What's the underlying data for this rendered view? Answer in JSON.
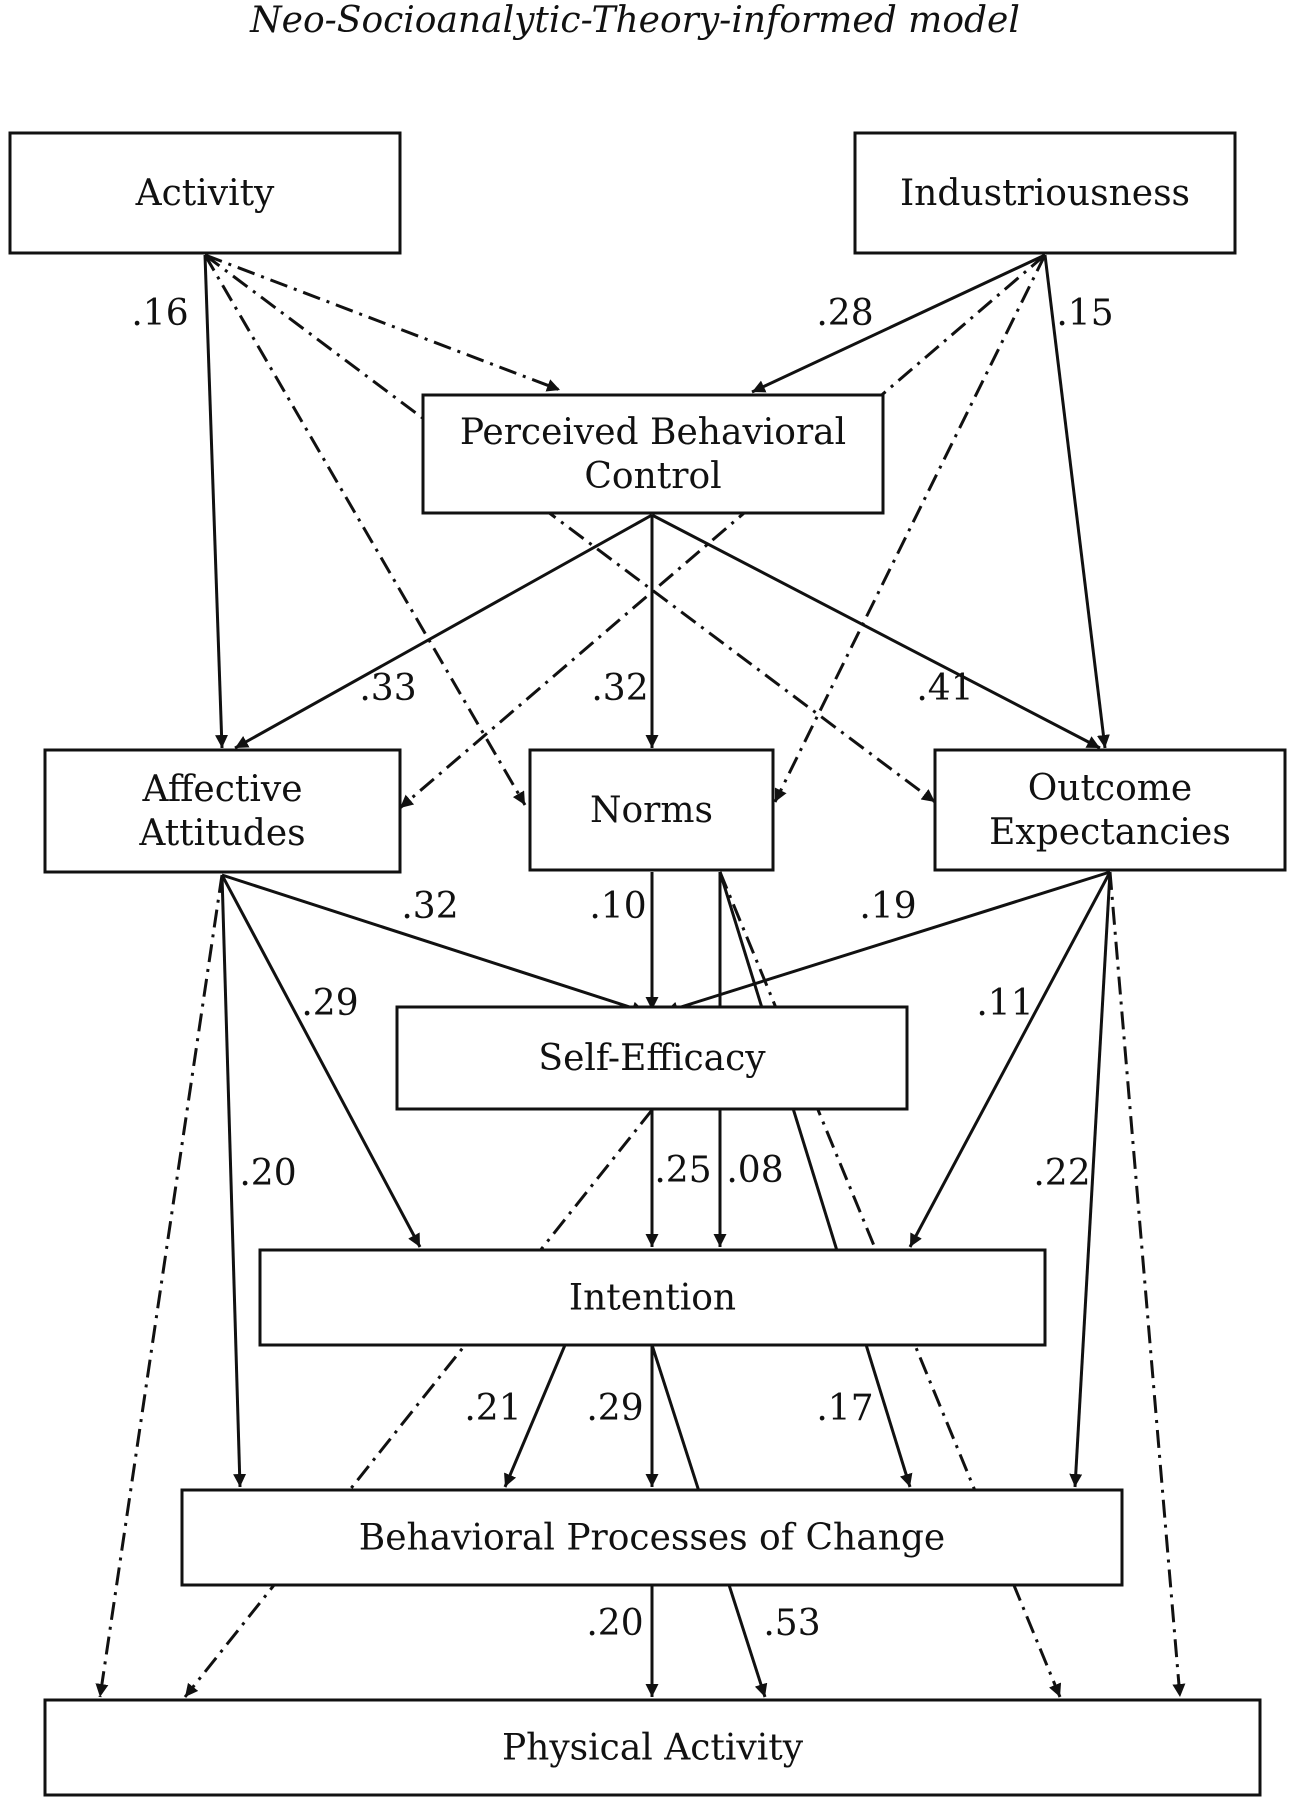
{
  "title": "Neo-Socioanalytic-Theory-informed model",
  "nodes": {
    "activity": {
      "lines": [
        "Activity"
      ]
    },
    "industriousness": {
      "lines": [
        "Industriousness"
      ]
    },
    "pbc": {
      "lines": [
        "Perceived Behavioral",
        "Control"
      ]
    },
    "affective": {
      "lines": [
        "Affective",
        "Attitudes"
      ]
    },
    "norms": {
      "lines": [
        "Norms"
      ]
    },
    "outcome": {
      "lines": [
        "Outcome",
        "Expectancies"
      ]
    },
    "selfefficacy": {
      "lines": [
        "Self-Efficacy"
      ]
    },
    "intention": {
      "lines": [
        "Intention"
      ]
    },
    "bpc": {
      "lines": [
        "Behavioral Processes of Change"
      ]
    },
    "pa": {
      "lines": [
        "Physical Activity"
      ]
    }
  },
  "paths": [
    {
      "from": "activity",
      "to": "affective",
      "style": "solid",
      "coef": ".16"
    },
    {
      "from": "activity",
      "to": "pbc",
      "style": "dashed",
      "coef": ""
    },
    {
      "from": "activity",
      "to": "norms",
      "style": "dashed",
      "coef": ""
    },
    {
      "from": "activity",
      "to": "outcome",
      "style": "dashed",
      "coef": ""
    },
    {
      "from": "industriousness",
      "to": "pbc",
      "style": "solid",
      "coef": ".28"
    },
    {
      "from": "industriousness",
      "to": "outcome",
      "style": "solid",
      "coef": ".15"
    },
    {
      "from": "industriousness",
      "to": "affective",
      "style": "dashed",
      "coef": ""
    },
    {
      "from": "industriousness",
      "to": "norms",
      "style": "dashed",
      "coef": ""
    },
    {
      "from": "pbc",
      "to": "affective",
      "style": "solid",
      "coef": ".33"
    },
    {
      "from": "pbc",
      "to": "norms",
      "style": "solid",
      "coef": ".32"
    },
    {
      "from": "pbc",
      "to": "outcome",
      "style": "solid",
      "coef": ".41"
    },
    {
      "from": "affective",
      "to": "selfefficacy",
      "style": "solid",
      "coef": ".32"
    },
    {
      "from": "norms",
      "to": "selfefficacy",
      "style": "solid",
      "coef": ".10"
    },
    {
      "from": "outcome",
      "to": "selfefficacy",
      "style": "solid",
      "coef": ".19"
    },
    {
      "from": "affective",
      "to": "intention",
      "style": "solid",
      "coef": ".29"
    },
    {
      "from": "outcome",
      "to": "intention",
      "style": "solid",
      "coef": ".11"
    },
    {
      "from": "selfefficacy",
      "to": "intention",
      "style": "solid",
      "coef": ".25"
    },
    {
      "from": "norms",
      "to": "intention",
      "style": "solid",
      "coef": ".08"
    },
    {
      "from": "affective",
      "to": "bpc",
      "style": "solid",
      "coef": ".20"
    },
    {
      "from": "outcome",
      "to": "bpc",
      "style": "solid",
      "coef": ".22"
    },
    {
      "from": "intention",
      "to": "bpc",
      "style": "solid",
      "coef": ".21"
    },
    {
      "from": "selfefficacy",
      "to": "bpc",
      "style": "solid",
      "coef": ".29"
    },
    {
      "from": "norms",
      "to": "bpc",
      "style": "solid",
      "coef": ".17"
    },
    {
      "from": "bpc",
      "to": "pa",
      "style": "solid",
      "coef": ".20"
    },
    {
      "from": "intention",
      "to": "pa",
      "style": "solid",
      "coef": ".53"
    },
    {
      "from": "affective",
      "to": "pa",
      "style": "dashed",
      "coef": ""
    },
    {
      "from": "selfefficacy",
      "to": "pa",
      "style": "dashed",
      "coef": ""
    },
    {
      "from": "norms",
      "to": "pa",
      "style": "dashed",
      "coef": ""
    },
    {
      "from": "outcome",
      "to": "pa",
      "style": "dashed",
      "coef": ""
    }
  ]
}
